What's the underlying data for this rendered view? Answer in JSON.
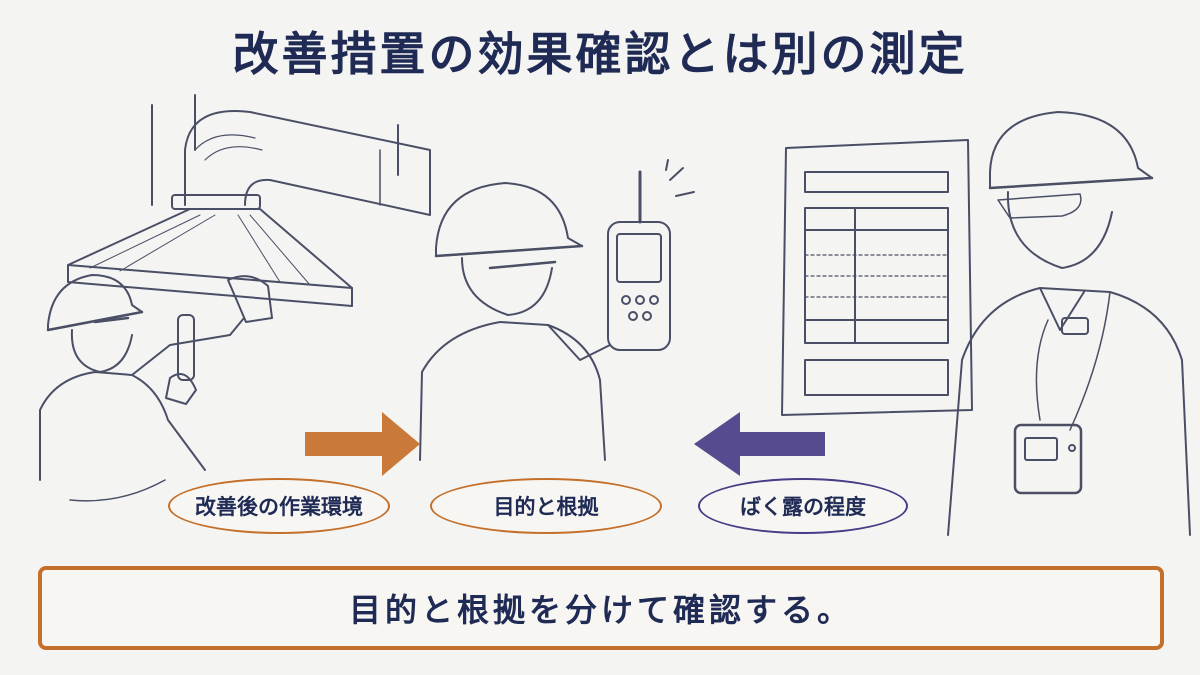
{
  "title": "改善措置の効果確認とは別の測定",
  "labels": {
    "left": "改善後の作業環境",
    "center": "目的と根拠",
    "right": "ばく露の程度"
  },
  "summary": "目的と根拠を分けて確認する。",
  "colors": {
    "navy": "#1f2a55",
    "orange": "#c46f2a",
    "purple": "#473c86",
    "background": "#f4f4f2"
  }
}
